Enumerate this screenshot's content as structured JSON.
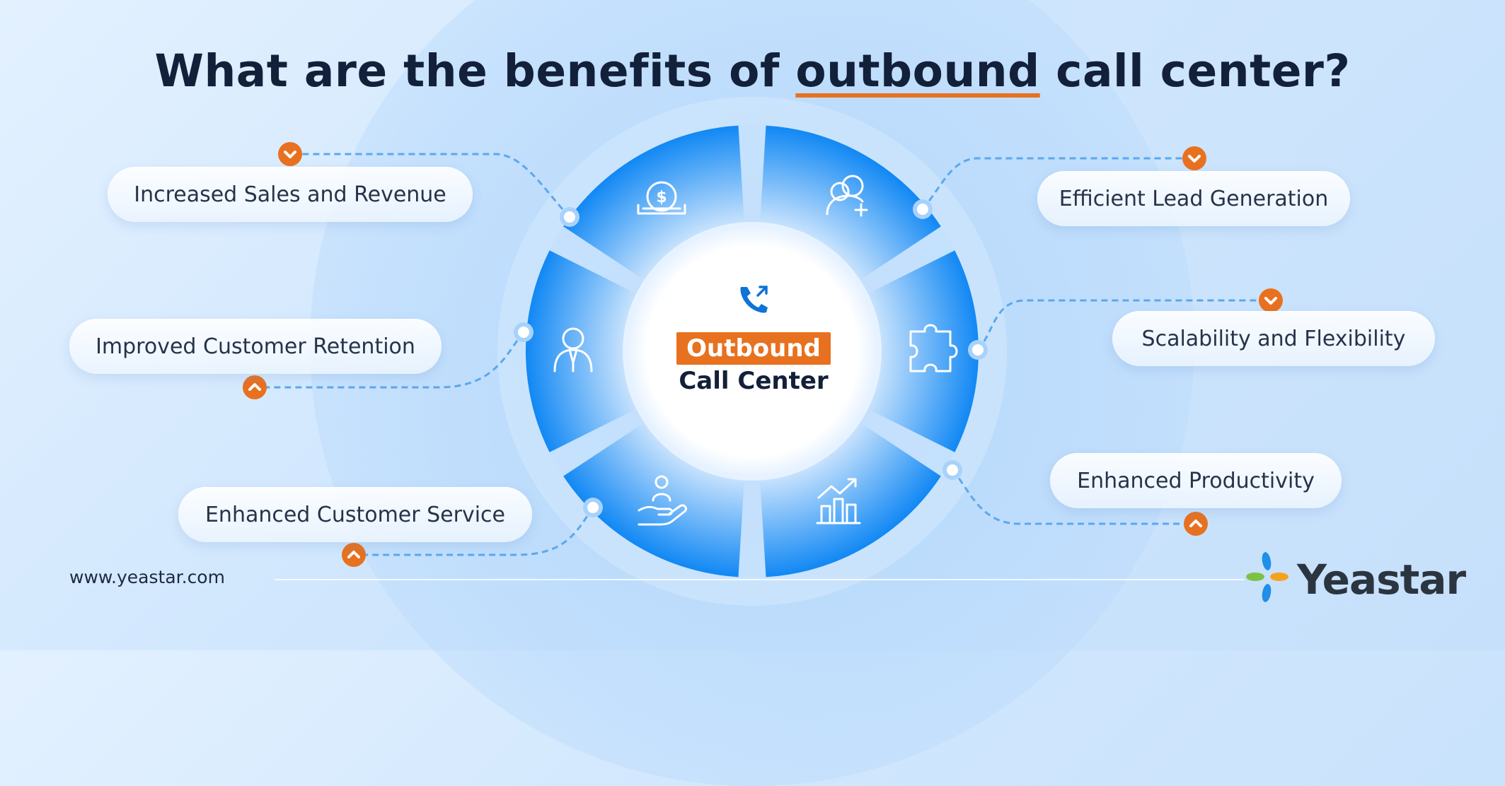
{
  "title": {
    "prefix": "What are the benefits of ",
    "highlight": "outbound",
    "suffix": " call center?"
  },
  "center": {
    "line1": "Outbound",
    "line2": "Call Center",
    "icon": "phone-outgoing-icon"
  },
  "benefits": [
    {
      "label": "Increased Sales and Revenue",
      "icon": "money-deposit-icon"
    },
    {
      "label": "Efficient Lead Generation",
      "icon": "add-user-icon"
    },
    {
      "label": "Improved Customer Retention",
      "icon": "business-person-icon"
    },
    {
      "label": "Scalability and Flexibility",
      "icon": "puzzle-piece-icon"
    },
    {
      "label": "Enhanced Customer Service",
      "icon": "hand-holding-person-icon"
    },
    {
      "label": "Enhanced Productivity",
      "icon": "bar-chart-growth-icon"
    }
  ],
  "footer": {
    "url": "www.yeastar.com",
    "brand": "Yeastar"
  },
  "colors": {
    "accent": "#e8711f",
    "segment_blue": "#1a8ef5",
    "title": "#13203a",
    "connector": "#5aa8ee"
  }
}
